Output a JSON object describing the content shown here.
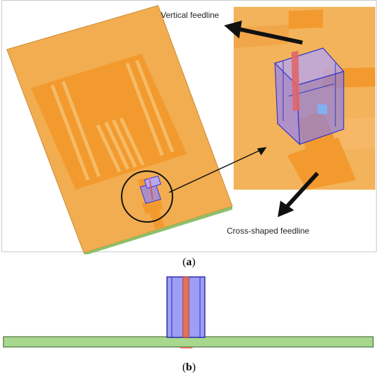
{
  "panel_a": {
    "caption_open": "(",
    "caption_letter": "a",
    "caption_close": ")",
    "label_vertical": "Vertical feedline",
    "label_cross": "Cross-shaped feedline"
  },
  "panel_b": {
    "caption_open": "(",
    "caption_letter": "b",
    "caption_close": ")"
  },
  "colors": {
    "substrate": "#f0a94a",
    "patch": "#f59a2c",
    "probe_box": "#8f8ff0",
    "feed_rod": "#e06a5a",
    "ground": "#a8d88e",
    "ground_edge": "#3a6a2a"
  }
}
